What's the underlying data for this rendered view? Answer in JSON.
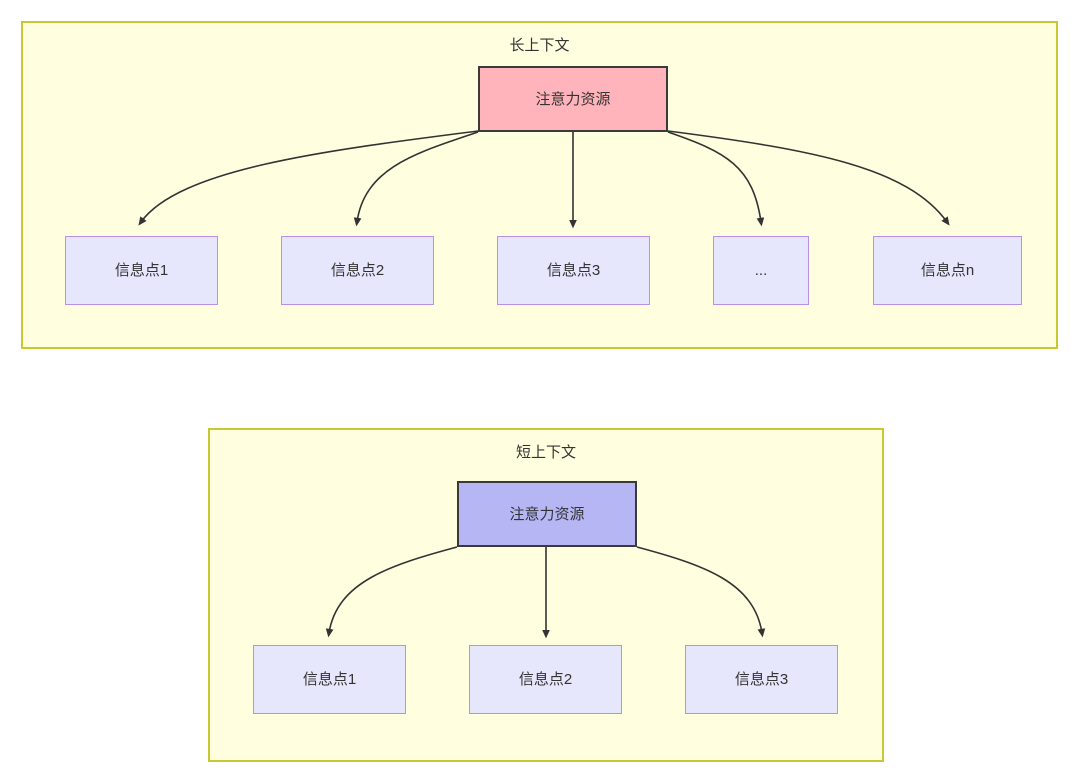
{
  "diagram": {
    "title": "",
    "background": "#ffffff",
    "panels": [
      {
        "id": "long-context",
        "title": "长上下文",
        "fill": "#FFFFE0",
        "border": "#C8C832",
        "root": {
          "label": "注意力资源",
          "fill": "#FFB3BA",
          "border": "#3A3A3A"
        },
        "children": [
          {
            "label": "信息点1",
            "fill": "#E6E6FC",
            "border": "#B98FE8"
          },
          {
            "label": "信息点2",
            "fill": "#E6E6FC",
            "border": "#B98FE8"
          },
          {
            "label": "信息点3",
            "fill": "#E6E6FC",
            "border": "#B98FE8"
          },
          {
            "label": "...",
            "fill": "#E6E6FC",
            "border": "#B98FE8"
          },
          {
            "label": "信息点n",
            "fill": "#E6E6FC",
            "border": "#B98FE8"
          }
        ]
      },
      {
        "id": "short-context",
        "title": "短上下文",
        "fill": "#FFFFE0",
        "border": "#C8C832",
        "root": {
          "label": "注意力资源",
          "fill": "#B6B6F5",
          "border": "#3A3A3A"
        },
        "children": [
          {
            "label": "信息点1",
            "fill": "#E6E6FC",
            "border": "#B98FE8"
          },
          {
            "label": "信息点2",
            "fill": "#E6E6FC",
            "border": "#B98FE8"
          },
          {
            "label": "信息点3",
            "fill": "#E6E6FC",
            "border": "#B98FE8"
          }
        ]
      }
    ],
    "edge_color": "#333333"
  }
}
